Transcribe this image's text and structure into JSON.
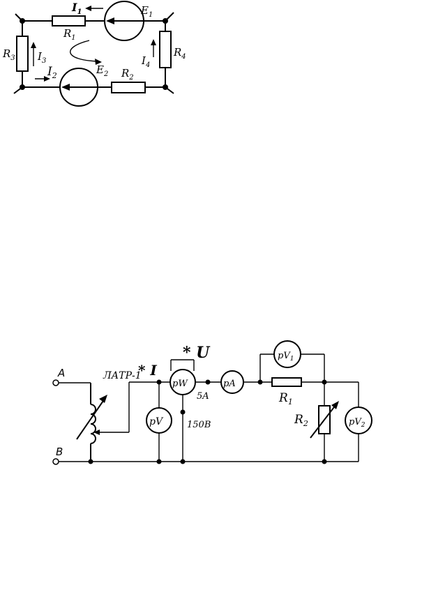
{
  "circuit1": {
    "E1": "E",
    "E1_sub": "1",
    "E2": "E",
    "E2_sub": "2",
    "R1": "R",
    "R1_sub": "1",
    "R2": "R",
    "R2_sub": "2",
    "R3": "R",
    "R3_sub": "3",
    "R4": "R",
    "R4_sub": "4",
    "I1": "I",
    "I1_sub": "1",
    "I2": "I",
    "I2_sub": "2",
    "I3": "I",
    "I3_sub": "3",
    "I4": "I",
    "I4_sub": "4"
  },
  "circuit2": {
    "terminal_a": "A",
    "terminal_b": "B",
    "autotransformer": "ЛАТР-1",
    "current_marker": "* I",
    "voltage_marker": "* U",
    "wattmeter": "pW",
    "ammeter": "pA",
    "voltmeter": "pV",
    "voltmeter1": "pV",
    "voltmeter1_sub": "1",
    "voltmeter2": "pV",
    "voltmeter2_sub": "2",
    "current_range": "5A",
    "voltage_range": "150B",
    "R1": "R",
    "R1_sub": "1",
    "R2": "R",
    "R2_sub": "2"
  }
}
